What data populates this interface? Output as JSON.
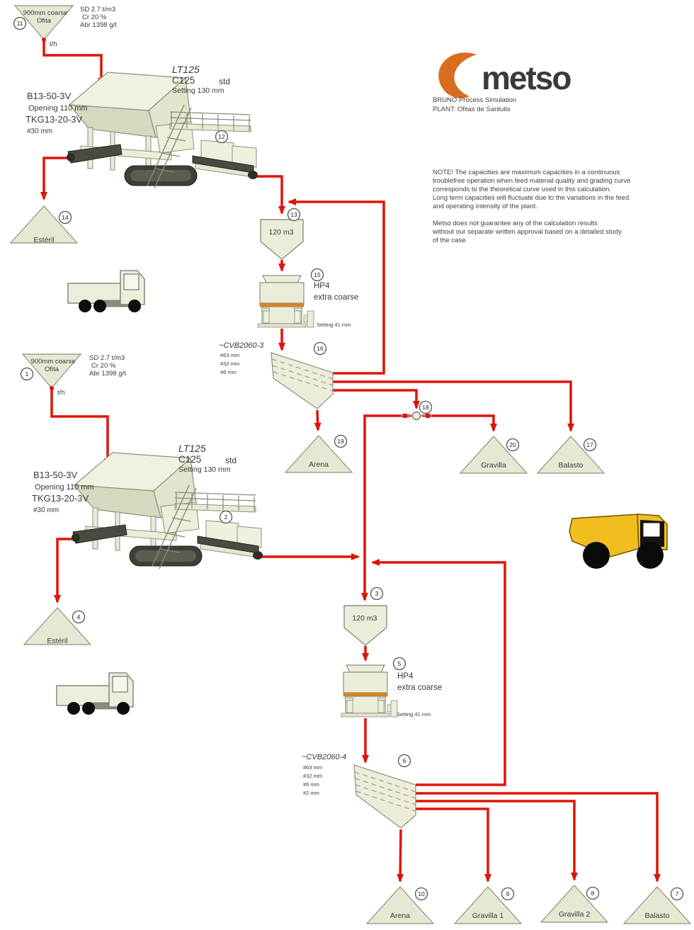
{
  "header": {
    "logo_text": "metso",
    "app_title": "BRUNO Process Simulation",
    "plant_title": "PLANT: Ofitas de Santutis"
  },
  "note": {
    "para1": [
      "NOTE! The capacities are maximum capacities in a continuous",
      "troublefree operation when feed material quality and grading curve",
      "corresponds to the theoretical curve used in this calculation.",
      "Long term capacities will fluctuate due to the variations in the feed",
      "and operating intensity of the plant."
    ],
    "para2": [
      "Metso does not guarantee any of the calculation results",
      "without our separate written approval based on a detailed study",
      "of the case."
    ]
  },
  "colors": {
    "flow_red": "#e11309",
    "logo_orange": "#d96c1f",
    "logo_teal": "#006459",
    "cone_band_orange": "#e08214",
    "truck_yellow": "#f2bd1e"
  },
  "plants": {
    "line1": {
      "feed": {
        "id": "11",
        "name_line1": "900mm coarse",
        "name_line2": "Ofita",
        "density": "SD 2.7 t/m3",
        "crushability": "Cr 20 %",
        "abrasion": "Abr 1398 g/t",
        "rate_unit": "t/h"
      },
      "lokotrack": {
        "id": "12",
        "model": "LT125",
        "feeder": "B13-50-3V",
        "feeder_opening": "Opening 110 mm",
        "grizzly": "TKG13-20-3V",
        "grizzly_aperture": "#30 mm",
        "crusher": "C125",
        "chamber": "std",
        "setting": "Setting 130 mm"
      },
      "waste_pile": {
        "id": "14",
        "label": "Estéril"
      },
      "hopper": {
        "id": "13",
        "capacity": "120 m3"
      },
      "cone": {
        "id": "15",
        "model": "HP4",
        "chamber": "extra coarse",
        "setting": "Setting 41 mm"
      },
      "screen": {
        "id": "16",
        "model": "~CVB2060-3",
        "decks": [
          "#63 mm",
          "#32 mm",
          "#6 mm"
        ]
      },
      "splitter": {
        "id": "18"
      },
      "products": [
        {
          "id": "19",
          "label": "Arena"
        },
        {
          "id": "20",
          "label": "Gravilla"
        },
        {
          "id": "17",
          "label": "Balasto"
        }
      ]
    },
    "line2": {
      "feed": {
        "id": "1",
        "name_line1": "900mm coarse",
        "name_line2": "Ofita",
        "density": "SD 2.7 t/m3",
        "crushability": "Cr 20 %",
        "abrasion": "Abr 1398 g/t",
        "rate_unit": "t/h"
      },
      "lokotrack": {
        "id": "2",
        "model": "LT125",
        "feeder": "B13-50-3V",
        "feeder_opening": "Opening 110 mm",
        "grizzly": "TKG13-20-3V",
        "grizzly_aperture": "#30 mm",
        "crusher": "C125",
        "chamber": "std",
        "setting": "Setting 130 mm"
      },
      "waste_pile": {
        "id": "4",
        "label": "Estéril"
      },
      "hopper": {
        "id": "3",
        "capacity": "120 m3"
      },
      "cone": {
        "id": "5",
        "model": "HP4",
        "chamber": "extra coarse",
        "setting": "Setting 41 mm"
      },
      "screen": {
        "id": "6",
        "model": "~CVB2060-4",
        "decks": [
          "#63 mm",
          "#32 mm",
          "#6 mm",
          "#2 mm"
        ]
      },
      "products": [
        {
          "id": "10",
          "label": "Arena"
        },
        {
          "id": "9",
          "label": "Gravilla 1"
        },
        {
          "id": "8",
          "label": "Gravilla 2"
        },
        {
          "id": "7",
          "label": "Balasto"
        }
      ]
    }
  }
}
